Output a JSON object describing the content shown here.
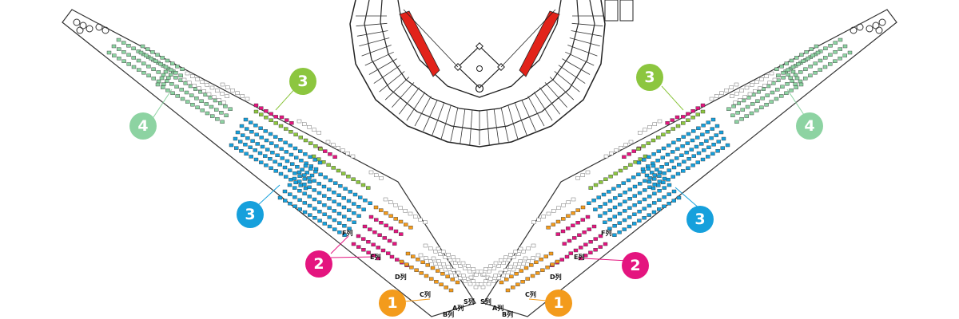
{
  "colors": {
    "zone_1": "#f39b1c",
    "zone_2": "#e4157f",
    "zone_3_blue": "#16a0dc",
    "zone_3_green": "#8cc63f",
    "zone_4": "#8dd3a2",
    "dugout_red": "#e2231a",
    "outline": "#222222"
  },
  "zones": {
    "zone_1": "1",
    "zone_2": "2",
    "zone_3": "3",
    "zone_4": "4"
  },
  "rows": {
    "s": "S列",
    "a": "A列",
    "b": "B列",
    "c": "C列",
    "d": "D列",
    "e": "E列",
    "f": "F列"
  }
}
